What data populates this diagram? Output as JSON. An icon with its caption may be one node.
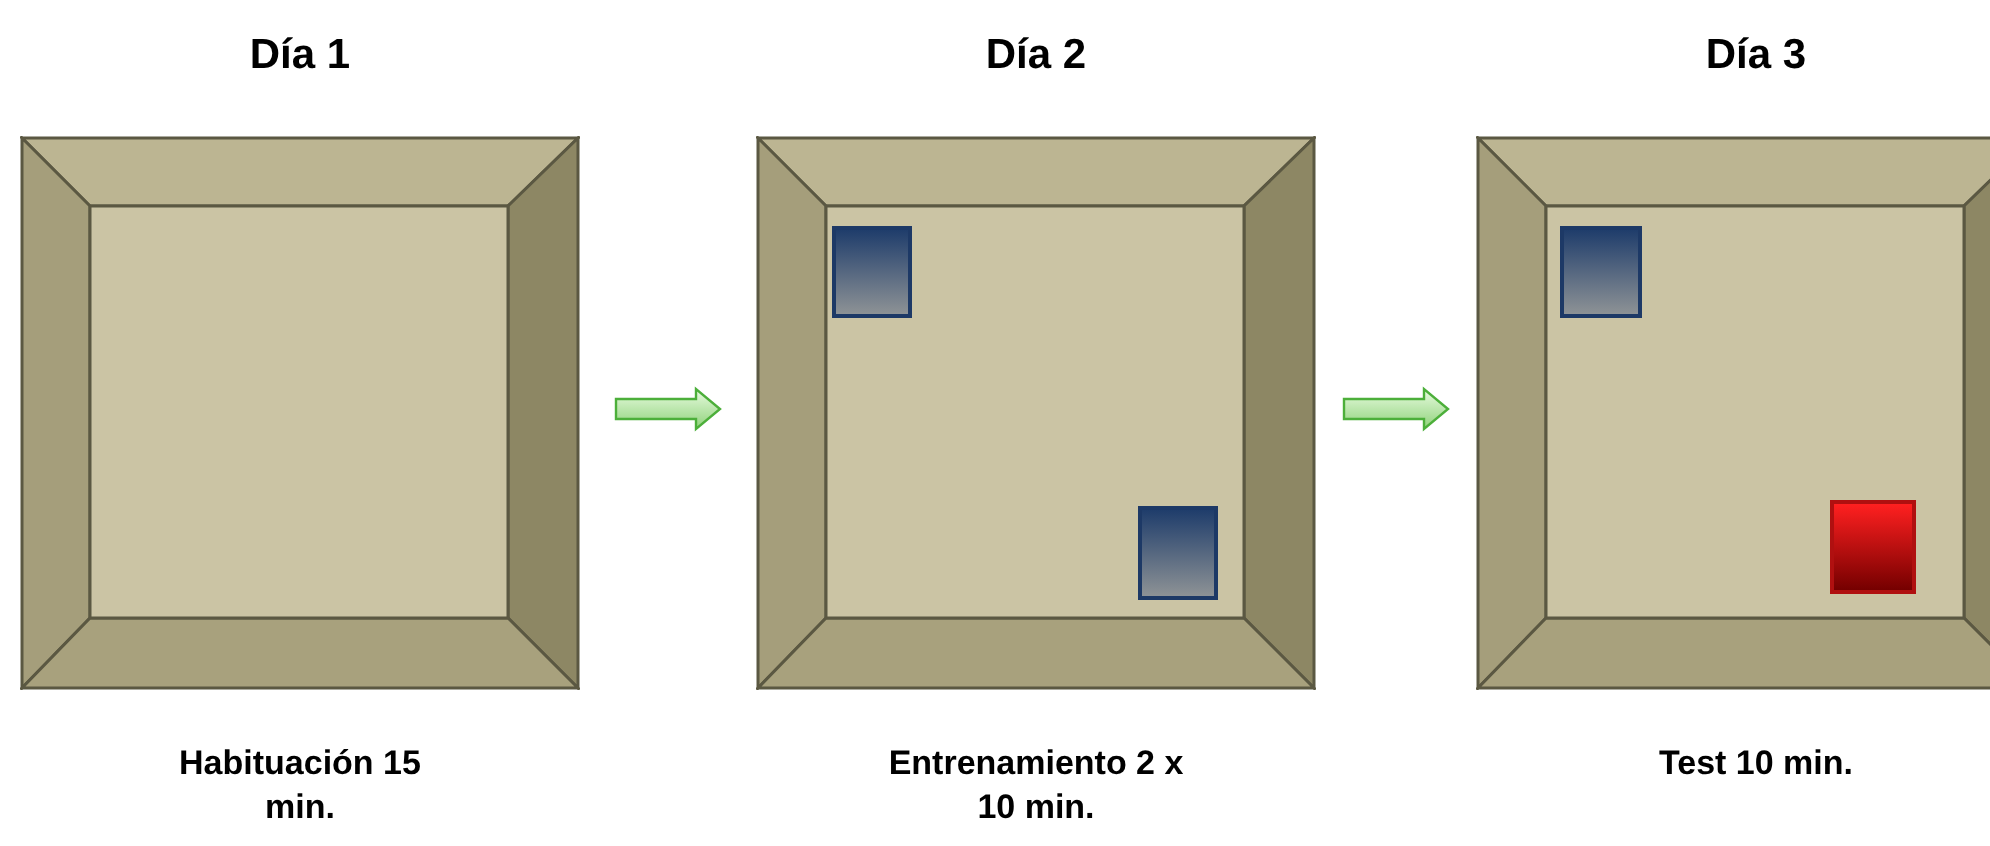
{
  "diagram": {
    "nodes": [
      {
        "text": [
          "Día 1"
        ],
        "beside": [
          "Habituación 15 min."
        ]
      },
      {
        "text": [
          "Día 2"
        ],
        "beside": [
          "Entrenamiento 2 x 10 min."
        ]
      },
      {
        "text": [],
        "shape": "box",
        "in": 1
      },
      {
        "text": [],
        "shape": "box",
        "in": 1
      },
      {
        "text": [
          "Día 3"
        ],
        "beside": [
          "Test 10 min."
        ]
      },
      {
        "text": [],
        "shape": "box",
        "in": 4
      },
      {
        "text": [],
        "shape": "box",
        "in": 4
      }
    ],
    "edges": [
      {
        "from": 0,
        "to": 1,
        "arrow": "to"
      },
      {
        "from": 1,
        "to": 4,
        "arrow": "to"
      }
    ]
  }
}
